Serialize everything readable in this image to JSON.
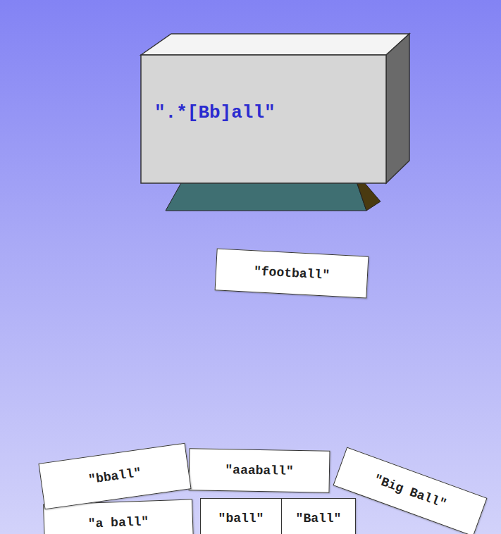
{
  "diagram": {
    "nodes": [
      {
        "text": [
          "\".*[Bb]all\""
        ]
      },
      {
        "text": [
          "\"football\""
        ]
      },
      {
        "text": [
          "\"bball\""
        ]
      },
      {
        "text": [
          "\"aaaball\""
        ]
      },
      {
        "text": [
          "\"Big Ball\""
        ]
      },
      {
        "text": [
          "\"a ball\""
        ]
      },
      {
        "text": [
          "\"ball\""
        ]
      },
      {
        "text": [
          "\"Ball\""
        ]
      }
    ]
  }
}
